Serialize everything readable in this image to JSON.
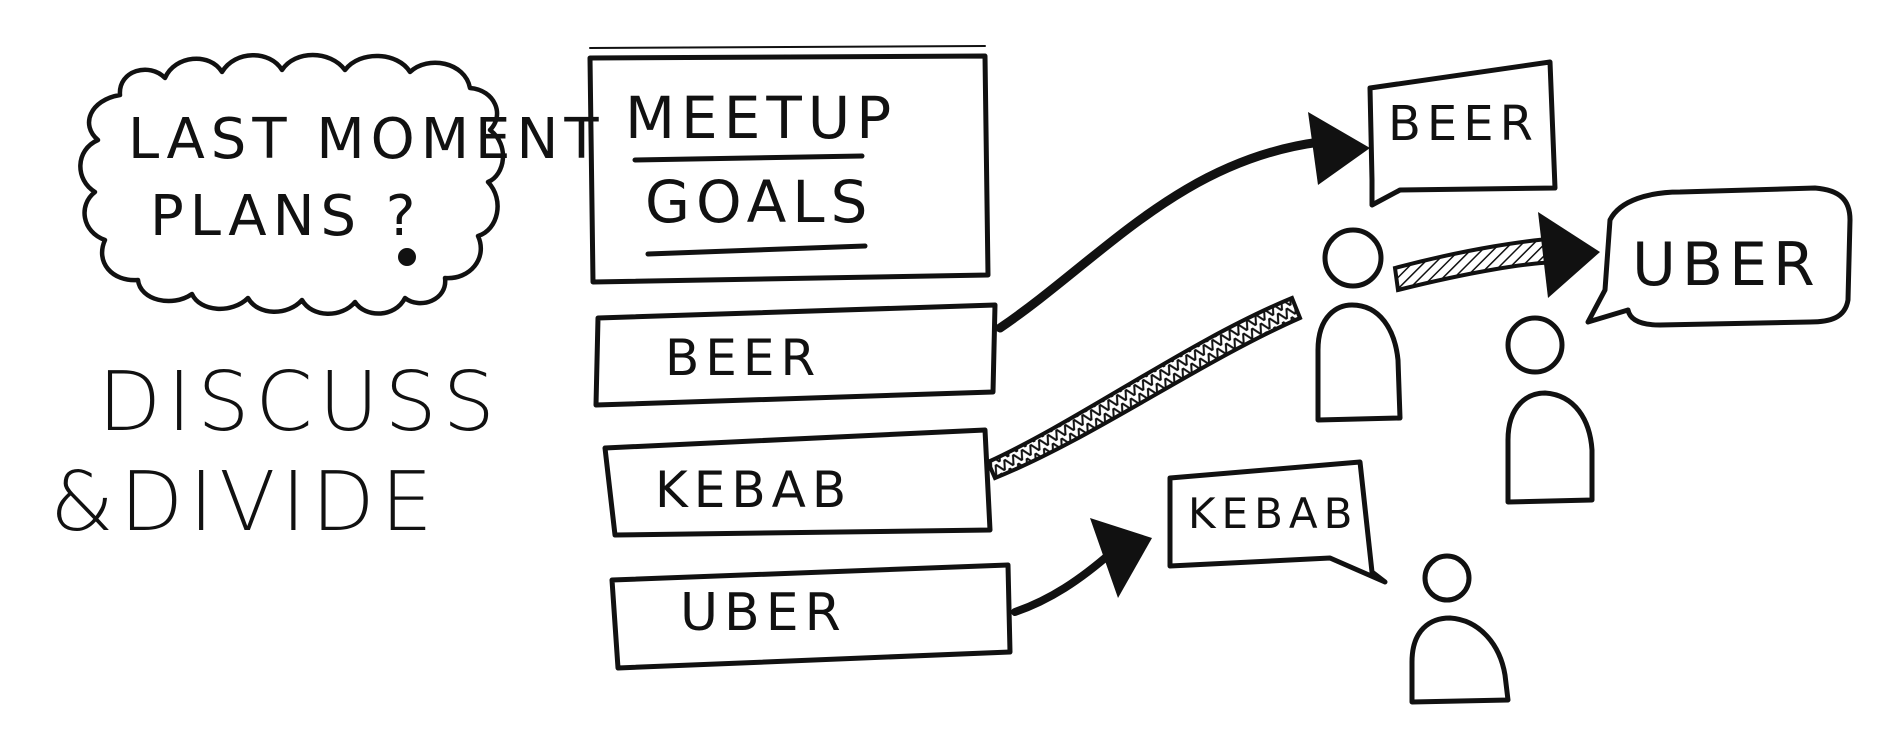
{
  "thought_cloud": {
    "line1": "LAST MOMENT",
    "line2": "PLANS ?"
  },
  "caption": {
    "line1": "DISCUSS",
    "line2": "&DIVIDE"
  },
  "meetup_board": {
    "title_line1": "MEETUP",
    "title_line2": "GOALS",
    "items": [
      "BEER",
      "KEBAB",
      "UBER"
    ]
  },
  "speech_bubbles": {
    "beer": "BEER",
    "uber": "UBER",
    "kebab": "KEBAB"
  },
  "colors": {
    "ink": "#111111",
    "paper": "#ffffff"
  }
}
